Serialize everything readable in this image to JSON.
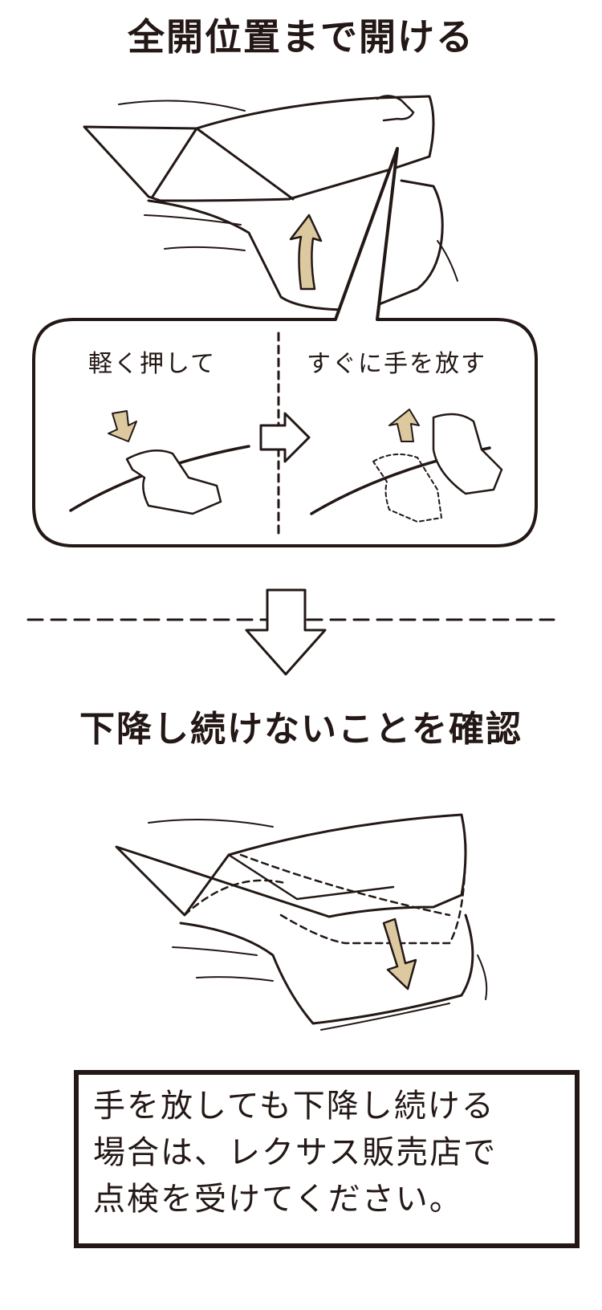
{
  "title": "全開位置まで開ける",
  "step_left_label": "軽く押して",
  "step_right_label": "すぐに手を放す",
  "check_heading": "下降し続けないことを確認",
  "notice": {
    "lines": [
      "手を放しても下降し続ける",
      "場合は、レクサス販売店で",
      "点検を受けてください。"
    ]
  },
  "colors": {
    "ink": "#231815",
    "arrow_fill": "#dcc9a0"
  },
  "icons": [
    "arrow-up-icon",
    "arrow-down-icon",
    "arrow-right-icon",
    "big-down-arrow-icon"
  ]
}
